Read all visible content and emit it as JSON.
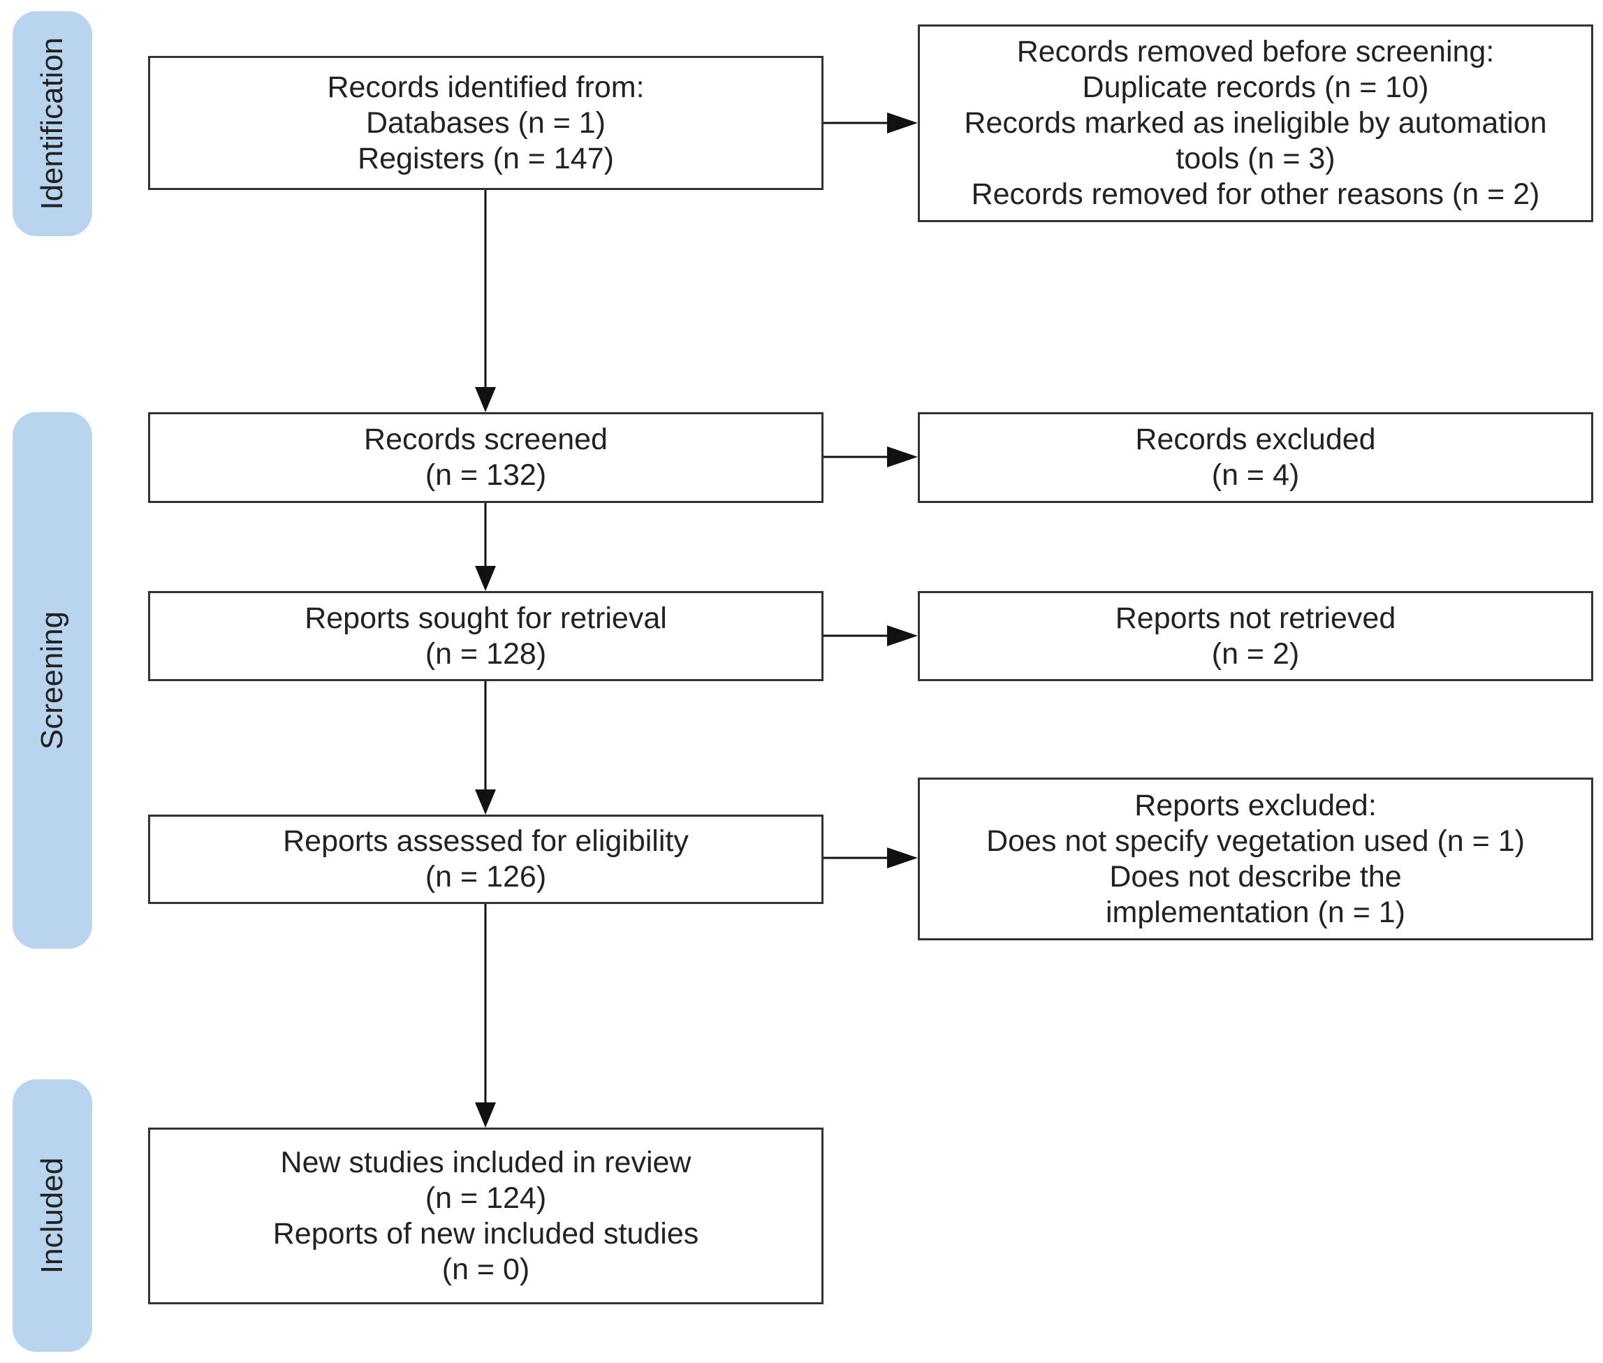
{
  "phases": {
    "identification": "Identification",
    "screening": "Screening",
    "included": "Included"
  },
  "boxes": {
    "records_identified": {
      "line1": "Records identified from:",
      "line2": "Databases (n = 1)",
      "line3": "Registers (n = 147)"
    },
    "records_removed": {
      "line1": "Records removed before screening:",
      "line2": "Duplicate records (n = 10)",
      "line3": "Records marked as ineligible by automation",
      "line4": "tools (n = 3)",
      "line5": "Records removed for other reasons (n = 2)"
    },
    "records_screened": {
      "line1": "Records screened",
      "line2": "(n = 132)"
    },
    "records_excluded": {
      "line1": "Records excluded",
      "line2": "(n = 4)"
    },
    "reports_sought": {
      "line1": "Reports sought for retrieval",
      "line2": "(n = 128)"
    },
    "reports_not_retrieved": {
      "line1": "Reports not retrieved",
      "line2": "(n = 2)"
    },
    "reports_assessed": {
      "line1": "Reports assessed for eligibility",
      "line2": "(n = 126)"
    },
    "reports_excluded": {
      "line1": "Reports excluded:",
      "line2": "Does not specify vegetation used (n = 1)",
      "line3": "Does not describe the",
      "line4": "implementation (n = 1)"
    },
    "studies_included": {
      "line1": "New studies included in review",
      "line2": "(n = 124)",
      "line3": "Reports of new included studies",
      "line4": "(n = 0)"
    }
  },
  "colors": {
    "phase_fill": "#b9d4ef",
    "box_border": "#333333",
    "arrow": "#111111"
  }
}
